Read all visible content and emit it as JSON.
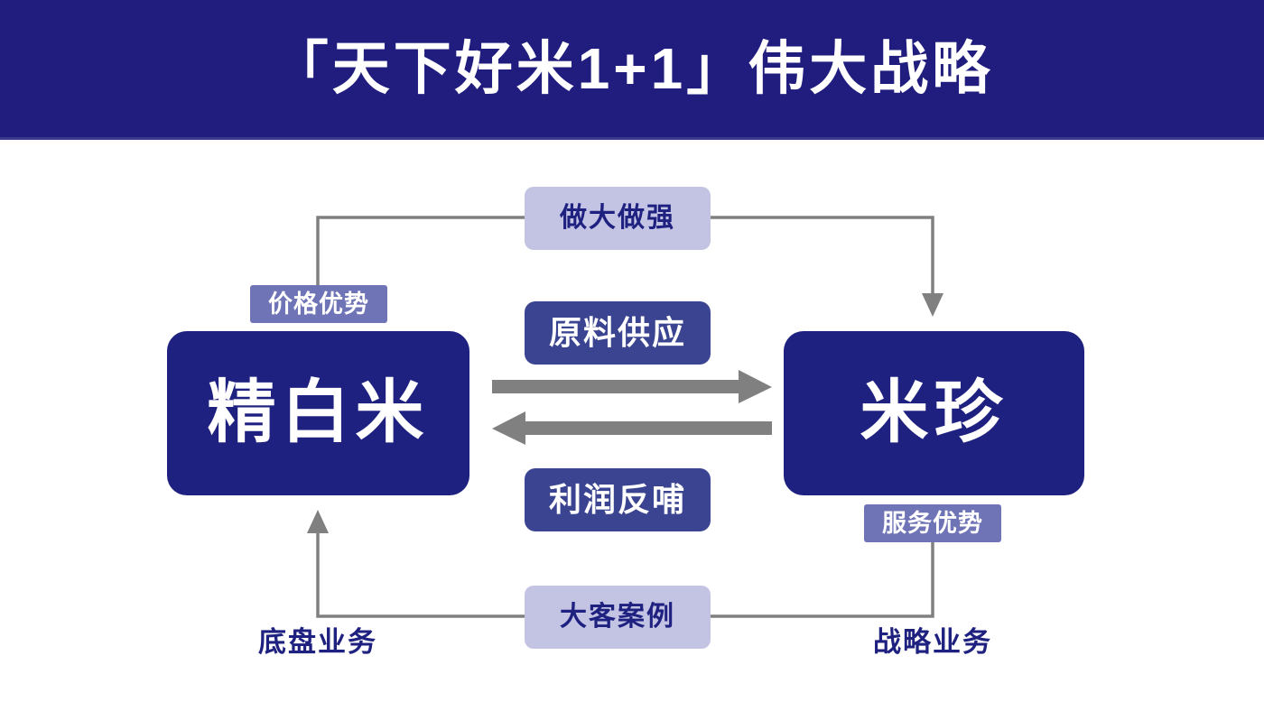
{
  "banner": {
    "title": "「天下好米1+1」伟大战略",
    "background_color": "#201d7e",
    "text_color": "#ffffff"
  },
  "diagram": {
    "type": "cycle-relationship",
    "palette": {
      "navy": "#1f2180",
      "indigo": "#3a4490",
      "slate": "#6f74b6",
      "lavender": "#c3c4e4",
      "wire_gray": "#808080",
      "white": "#ffffff"
    },
    "entities": [
      {
        "id": "left",
        "label": "精白米",
        "role_caption": "底盘业务",
        "tag": "价格优势"
      },
      {
        "id": "right",
        "label": "米珍",
        "role_caption": "战略业务",
        "tag": "服务优势"
      }
    ],
    "flows": [
      {
        "id": "grow",
        "label": "做大做强",
        "style": "lavender",
        "direction": "left-to-right-top-loop"
      },
      {
        "id": "supply",
        "label": "原料供应",
        "style": "indigo",
        "direction": "left-to-right"
      },
      {
        "id": "feedback",
        "label": "利润反哺",
        "style": "indigo",
        "direction": "right-to-left"
      },
      {
        "id": "case",
        "label": "大客案例",
        "style": "lavender",
        "direction": "right-to-left-bottom-loop"
      }
    ],
    "tags": [
      {
        "id": "price",
        "label": "价格优势",
        "attached_to": "left"
      },
      {
        "id": "service",
        "label": "服务优势",
        "attached_to": "right"
      }
    ],
    "captions": [
      {
        "id": "left",
        "label": "底盘业务"
      },
      {
        "id": "right",
        "label": "战略业务"
      }
    ]
  }
}
